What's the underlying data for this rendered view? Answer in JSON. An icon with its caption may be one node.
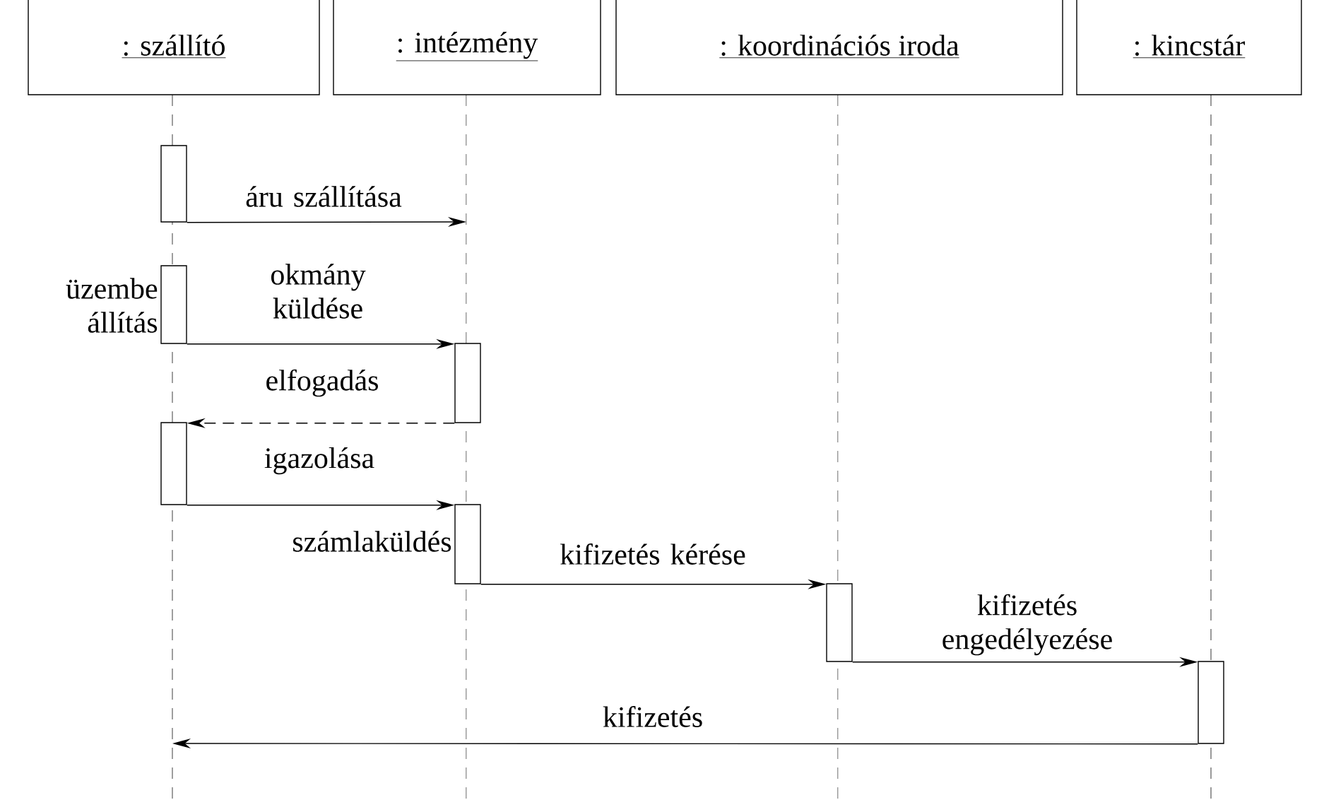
{
  "diagram": {
    "nodes": [
      {
        "text": [
          ": szállító"
        ]
      },
      {
        "text": [
          ": intézmény"
        ]
      },
      {
        "text": [
          ": koordinációs iroda"
        ]
      },
      {
        "text": [
          ": kincstár"
        ]
      },
      {
        "text": [],
        "shape": "bar"
      },
      {
        "text": [],
        "shape": "bar",
        "beside": [
          "üzembe állítás"
        ]
      },
      {
        "text": [],
        "shape": "bar"
      },
      {
        "text": [],
        "shape": "bar"
      },
      {
        "text": [],
        "shape": "bar",
        "beside": [
          "számlaküldés"
        ]
      },
      {
        "text": [],
        "shape": "bar"
      },
      {
        "text": [],
        "shape": "bar"
      }
    ],
    "edges": [
      {
        "from": 4,
        "to": null,
        "arrow": "to",
        "label": "áru szállítása"
      },
      {
        "from": 5,
        "to": 6,
        "arrow": "to",
        "label": "okmány küldése"
      },
      {
        "from": 6,
        "to": 7,
        "arrow": "to",
        "label": "elfogadás",
        "style": "dashed"
      },
      {
        "from": 7,
        "to": 8,
        "arrow": "to",
        "label": "igazolása"
      },
      {
        "from": 8,
        "to": 9,
        "arrow": "to",
        "label": "kifizetés kérése"
      },
      {
        "from": 9,
        "to": 10,
        "arrow": "to",
        "label": "kifizetés engedélyezése"
      },
      {
        "from": 10,
        "to": null,
        "arrow": "to",
        "label": "kifizetés"
      }
    ]
  }
}
